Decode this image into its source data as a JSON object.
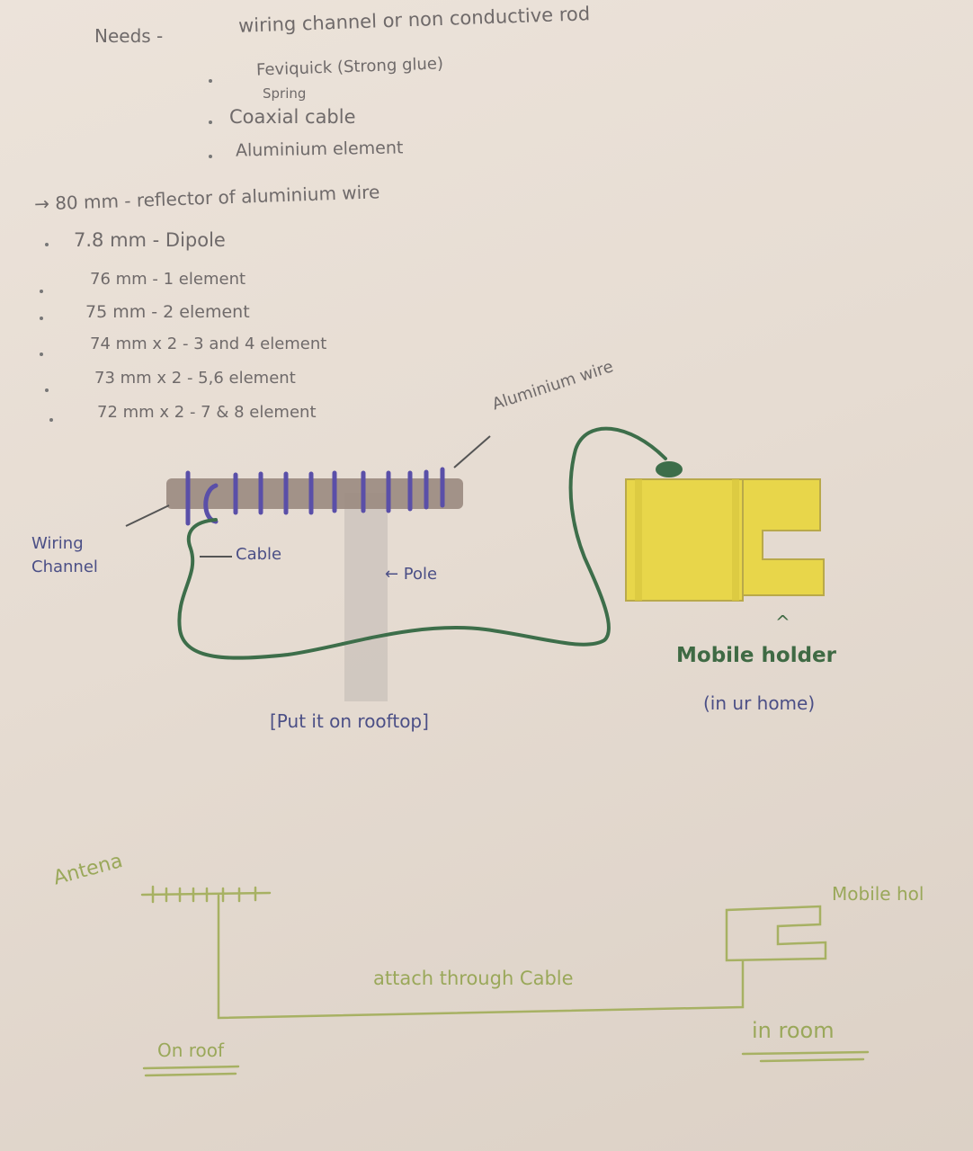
{
  "needs": {
    "title": "Needs -",
    "items": [
      "wiring channel or non conductive rod",
      "Feviquick (Strong glue)",
      "Spring",
      "Coaxial cable",
      "Aluminium element"
    ]
  },
  "measurements": [
    "→ 80 mm - reflector of aluminium wire",
    "7.8 mm - Dipole",
    "76 mm - 1 element",
    "75 mm - 2 element",
    "74 mm x 2 - 3 and 4 element",
    "73 mm x 2 - 5,6 element",
    "72 mm x 2 - 7 & 8 element"
  ],
  "diagram_top": {
    "aluminium_wire": "Aluminium wire",
    "wiring_channel": [
      "Wiring",
      "Channel"
    ],
    "cable": "Cable",
    "pole": "← Pole",
    "mobile_holder": "Mobile holder",
    "in_home": "(in ur home)",
    "put_rooftop": "[Put it on rooftop]",
    "arrow": "^"
  },
  "diagram_bottom": {
    "antena": "Antena",
    "mobile_holder": "Mobile hol",
    "attach": "attach through Cable",
    "on_roof": "On roof",
    "in_room": "in room"
  },
  "colors": {
    "pencil": "#6f6a6a",
    "purple": "#5a4fa8",
    "cable_green": "#3d6e4a",
    "yellow": "#e8d64a",
    "lime": "#a7b163",
    "rod": "#9a8a80",
    "pole": "#c9c2bb"
  }
}
